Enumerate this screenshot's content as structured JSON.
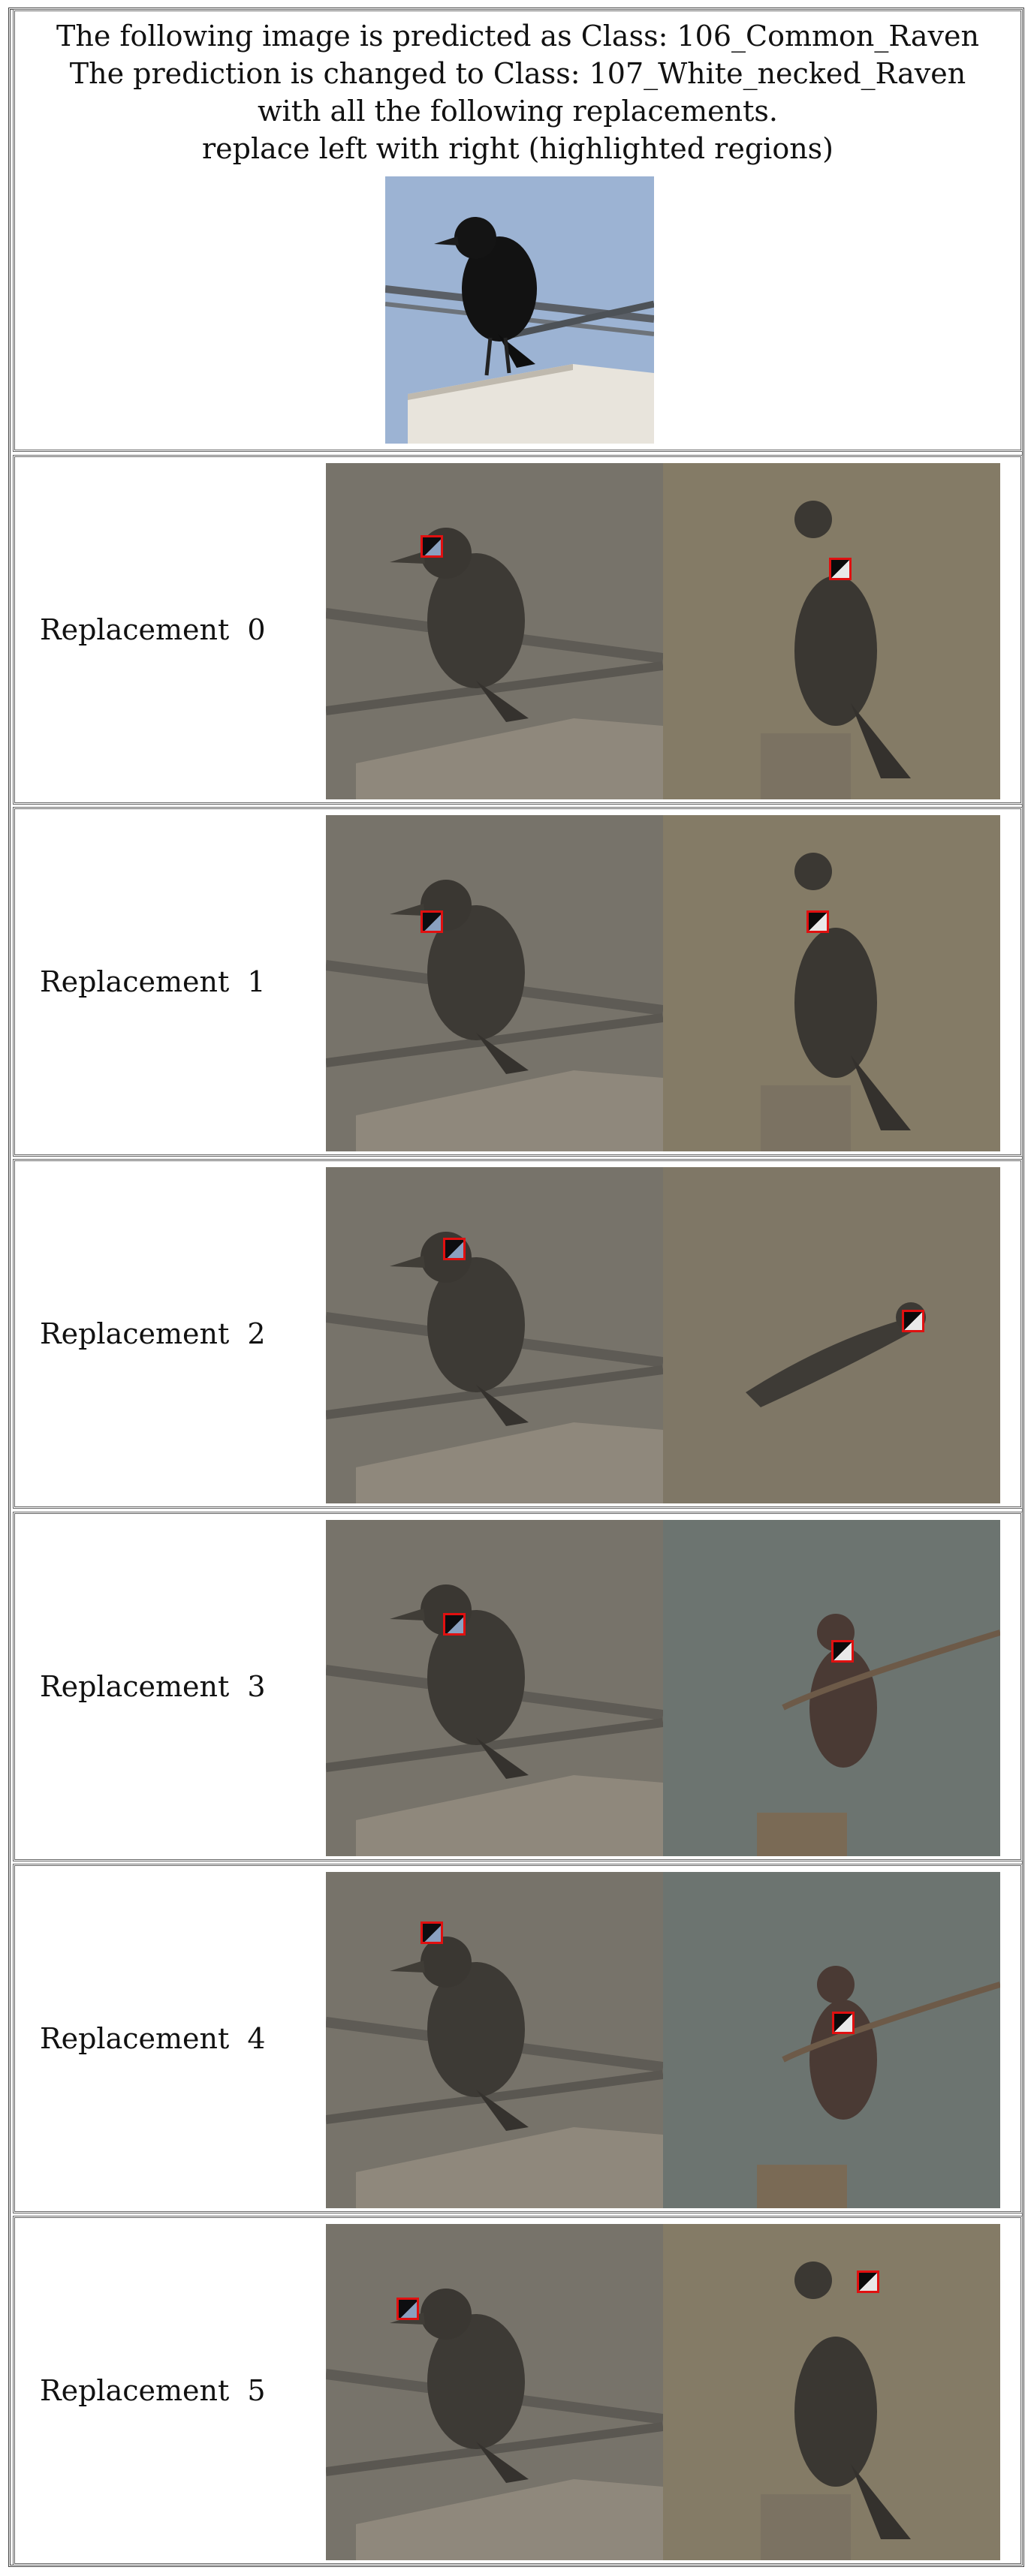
{
  "header": {
    "line1": "The following image is predicted as Class: 106_Common_Raven",
    "line2": "The prediction is changed to Class: 107_White_necked_Raven",
    "line3": "with all the following replacements.",
    "line4": "replace left with right (highlighted regions)"
  },
  "rows": [
    {
      "label": "Replacement  0"
    },
    {
      "label": "Replacement  1"
    },
    {
      "label": "Replacement  2"
    },
    {
      "label": "Replacement  3"
    },
    {
      "label": "Replacement  4"
    },
    {
      "label": "Replacement  5"
    }
  ],
  "colors": {
    "highlight": "#e01010",
    "sky": "#9cb3d3",
    "dim_left": "#77736a",
    "dim_right": "#857c66"
  }
}
